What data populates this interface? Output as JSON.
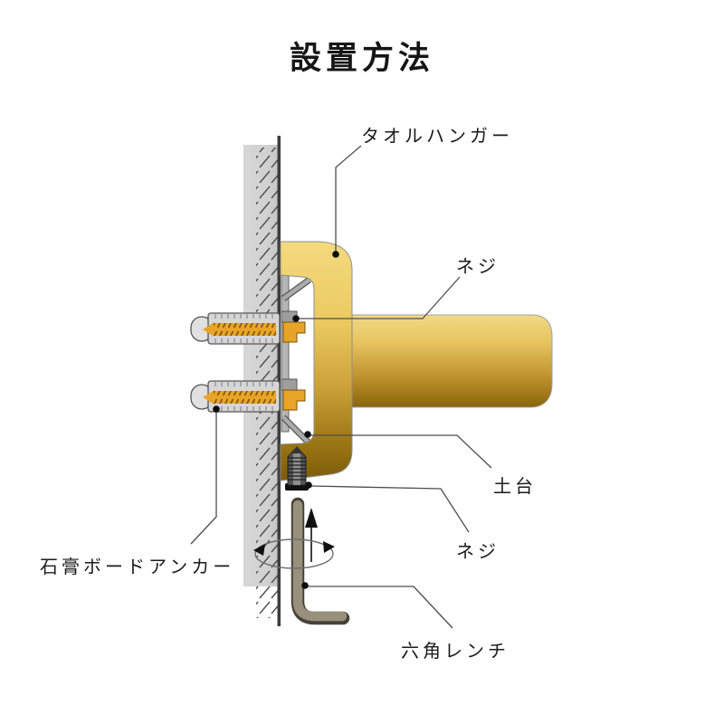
{
  "title": "設置方法",
  "labels": {
    "towel_hanger": "タオルハンガー",
    "screw_top": "ネジ",
    "base": "土台",
    "screw_bottom": "ネジ",
    "drywall_anchor": "石膏ボードアンカー",
    "hex_wrench": "六角レンチ"
  },
  "palette": {
    "brass_light": "#f2d986",
    "brass_mid": "#cda23a",
    "brass_dark": "#7c5c0a",
    "anchor_screw_gold": "#e8a428",
    "wall_gray": "#d3d3d3",
    "metal_gray": "#b5b5b5",
    "wrench_gray": "#98907b",
    "leader_line": "#4d4d4d",
    "text": "#1b1b1b"
  }
}
